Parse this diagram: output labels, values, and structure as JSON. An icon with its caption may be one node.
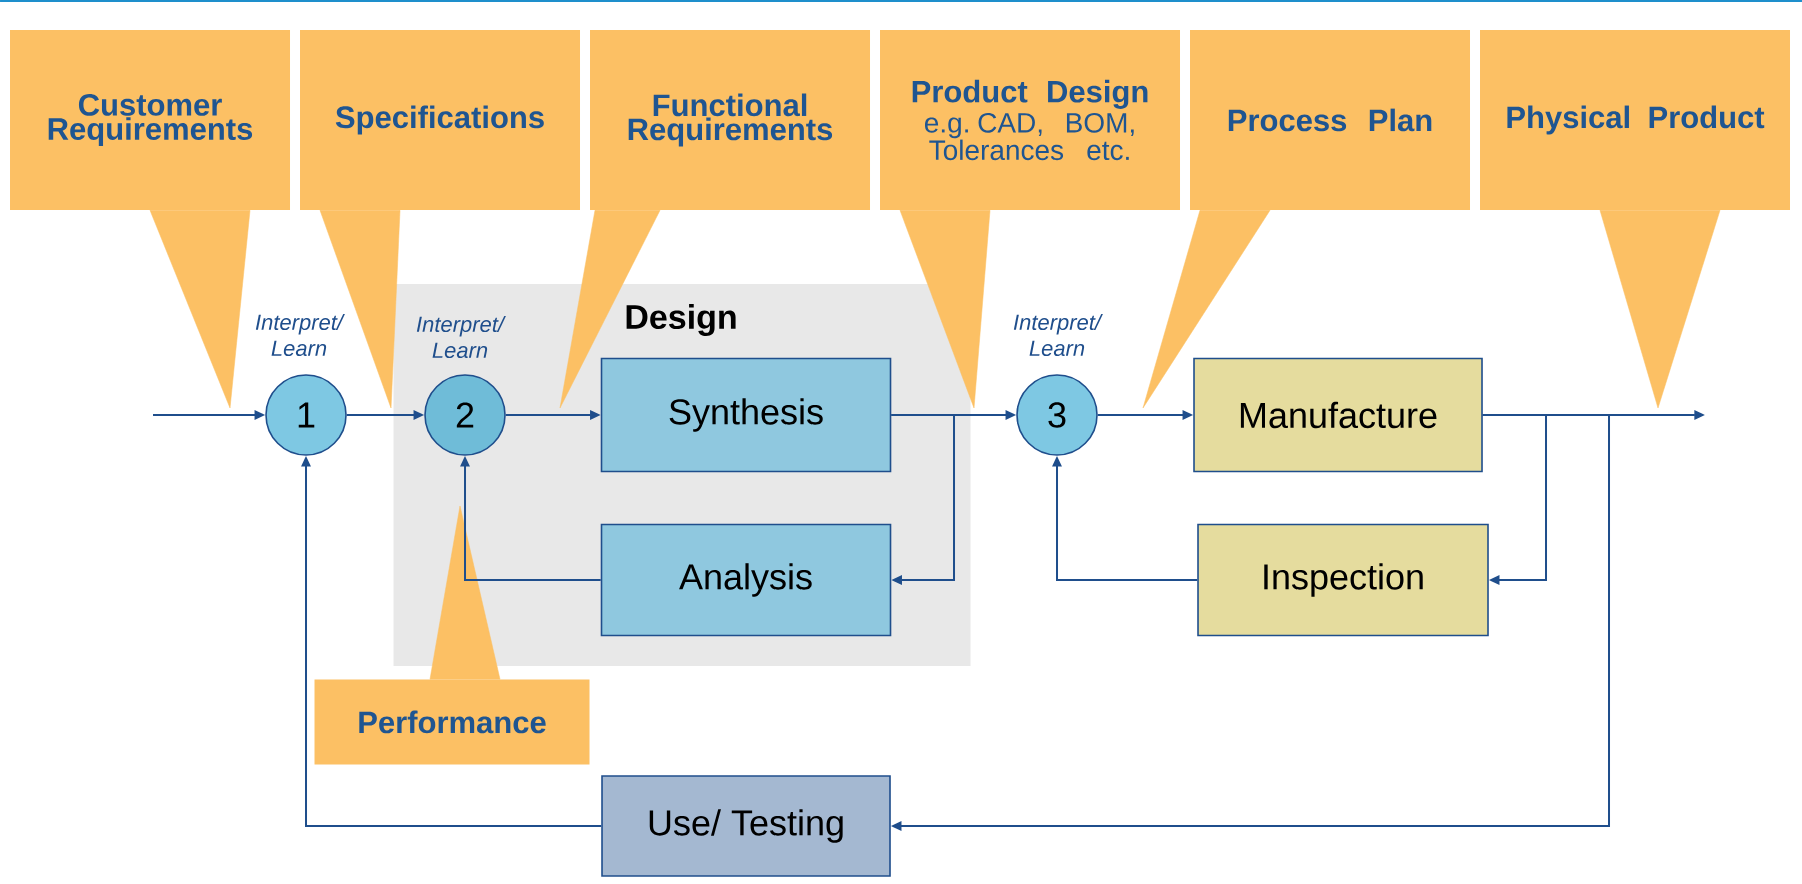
{
  "diagram": {
    "nodes": [
      {
        "text": [
          "Customer Requirements"
        ]
      },
      {
        "text": [
          "Specifications"
        ]
      },
      {
        "text": [
          "Functional Requirements"
        ]
      },
      {
        "text": [
          "Product Design",
          "e.g. CAD, BOM, Tolerances etc."
        ]
      },
      {
        "text": [
          "Process Plan"
        ]
      },
      {
        "text": [
          "Physical Product"
        ]
      },
      {
        "text": [
          "Design"
        ]
      },
      {
        "text": [
          "1"
        ],
        "beside": [
          "Interpret/ Learn"
        ]
      },
      {
        "text": [
          "2"
        ],
        "beside": [
          "Interpret/ Learn"
        ],
        "in": 6
      },
      {
        "text": [
          "Synthesis"
        ],
        "in": 6
      },
      {
        "text": [
          "Analysis"
        ],
        "in": 6
      },
      {
        "text": [
          "3"
        ],
        "beside": [
          "Interpret/ Learn"
        ]
      },
      {
        "text": [
          "Manufacture"
        ]
      },
      {
        "text": [
          "Inspection"
        ]
      },
      {
        "text": [
          "Use/ Testing"
        ]
      },
      {
        "text": [
          "Performance"
        ]
      }
    ],
    "edges": [
      {
        "from": null,
        "to": 7,
        "arrow": "to"
      },
      {
        "from": 7,
        "to": 8,
        "arrow": "to"
      },
      {
        "from": 8,
        "to": 9,
        "arrow": "to"
      },
      {
        "from": 9,
        "to": 11,
        "arrow": "to"
      },
      {
        "from": 9,
        "to": 10,
        "arrow": "to"
      },
      {
        "from": 10,
        "to": 8,
        "arrow": "to"
      },
      {
        "from": 11,
        "to": 12,
        "arrow": "to"
      },
      {
        "from": 12,
        "to": 13,
        "arrow": "to"
      },
      {
        "from": 12,
        "to": null,
        "arrow": "to"
      },
      {
        "from": 12,
        "to": 14,
        "arrow": "to"
      },
      {
        "from": 13,
        "to": 11,
        "arrow": "to"
      },
      {
        "from": 14,
        "to": 7,
        "arrow": "to"
      },
      {
        "from": 0,
        "to": null,
        "arrow": "to"
      },
      {
        "from": 1,
        "to": null,
        "arrow": "to"
      },
      {
        "from": 2,
        "to": null,
        "arrow": "to"
      },
      {
        "from": 3,
        "to": null,
        "arrow": "to"
      },
      {
        "from": 4,
        "to": null,
        "arrow": "to"
      },
      {
        "from": 5,
        "to": null,
        "arrow": "to"
      },
      {
        "from": 15,
        "to": null,
        "arrow": "to"
      }
    ]
  }
}
